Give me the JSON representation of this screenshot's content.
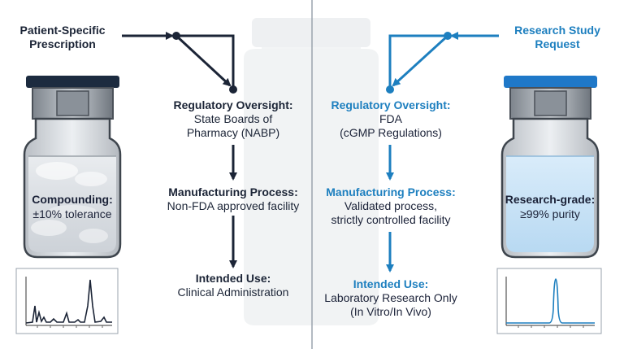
{
  "colors": {
    "dark_flow": "#1b2436",
    "blue_flow": "#1d7fbf",
    "divider": "#9aa3ad",
    "ghost_bottle": "#eef0f2",
    "dark_cap": "#1c2b3f",
    "blue_cap": "#1f78c8"
  },
  "left": {
    "input": "Patient-Specific\nPrescription",
    "steps": [
      {
        "title": "Regulatory Oversight:",
        "lines": [
          "State Boards of",
          "Pharmacy (NABP)"
        ]
      },
      {
        "title": "Manufacturing Process:",
        "lines": [
          "Non-FDA approved facility"
        ]
      },
      {
        "title": "Intended Use:",
        "lines": [
          "Clinical Administration"
        ]
      }
    ],
    "vial": {
      "title": "Compounding:",
      "subtitle": "±10% tolerance"
    },
    "chromatogram": {
      "trace": "multi-peak"
    }
  },
  "right": {
    "input": "Research Study\nRequest",
    "steps": [
      {
        "title": "Regulatory Oversight:",
        "lines": [
          "FDA",
          "(cGMP Regulations)"
        ]
      },
      {
        "title": "Manufacturing Process:",
        "lines": [
          "Validated process,",
          "strictly controlled facility"
        ]
      },
      {
        "title": "Intended Use:",
        "lines": [
          "Laboratory Research Only",
          "(In Vitro/In Vivo)"
        ]
      }
    ],
    "vial": {
      "title": "Research-grade:",
      "subtitle": "≥99% purity"
    },
    "chromatogram": {
      "trace": "single-peak"
    }
  }
}
